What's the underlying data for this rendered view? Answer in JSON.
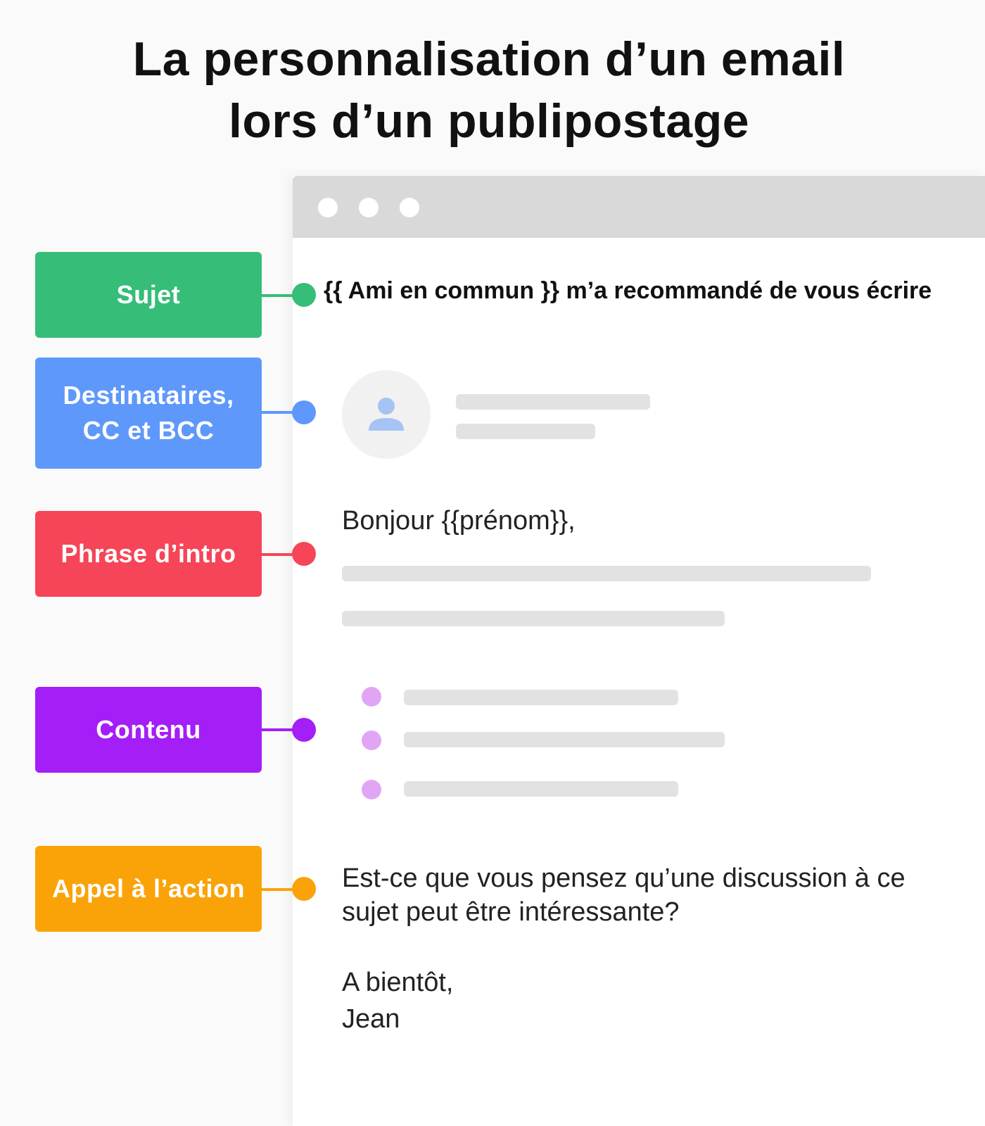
{
  "title": {
    "line1": "La personnalisation d’un email",
    "line2": "lors d’un publipostage"
  },
  "labels": [
    {
      "text": "Sujet",
      "color": "#36bd78"
    },
    {
      "text": "Destinataires,\nCC et BCC",
      "color": "#5f98fb"
    },
    {
      "text": "Phrase d’intro",
      "color": "#f64558"
    },
    {
      "text": "Contenu",
      "color": "#a41ef7"
    },
    {
      "text": "Appel à l’action",
      "color": "#faa308"
    }
  ],
  "email": {
    "subject": "{{ Ami en commun }} m’a recommandé de vous écrire",
    "greeting": "Bonjour {{prénom}},",
    "cta_line1": "Est-ce que vous pensez qu’une discussion à ce",
    "cta_line2": "sujet peut être intéressante?",
    "signoff": "A bientôt,",
    "signature": "Jean"
  },
  "icons": {
    "avatar": "user-icon",
    "window_controls": "window-dot-icon"
  }
}
